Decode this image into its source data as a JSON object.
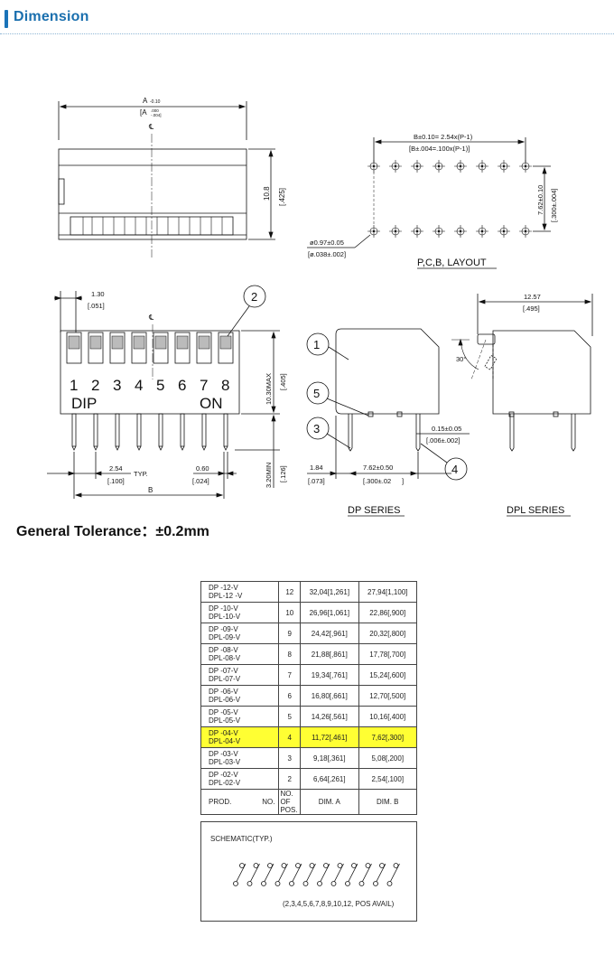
{
  "header": {
    "title": "Dimension"
  },
  "drawing": {
    "top_view": {
      "width_label": "A",
      "width_tol": "-0.10",
      "width_label2": "[A",
      "width_tol2": ".000\n-.004]",
      "centerline": "℄",
      "height_mm": "10.8",
      "height_in": "[.425]"
    },
    "pcb": {
      "b_formula": "B±0.10= 2.54x(P-1)",
      "b_formula_in": "[B±.004=.100x(P-1)]",
      "hole_mm": "ø0.97±0.05",
      "hole_in": "[ø.038±.002]",
      "row_mm": "7.62±0.10",
      "row_in": "[.300±.004]",
      "title": "P,C,B, LAYOUT"
    },
    "front_view": {
      "pitch_edge_mm": "1.30",
      "pitch_edge_in": "[.051]",
      "centerline": "℄",
      "numbers": [
        "1",
        "2",
        "3",
        "4",
        "5",
        "6",
        "7",
        "8"
      ],
      "dip_label": "DIP",
      "on_label": "ON",
      "height_max_mm": "10.30MAX",
      "height_max_in": "[.405]",
      "pin_min_mm": "3.20MIN",
      "pin_min_in": "[.126]",
      "pitch_mm": "2.54",
      "pitch_typ": "TYP.",
      "pitch_in": "[.100]",
      "pin_w_mm": "0.60",
      "pin_w_in": "[.024]",
      "b_label": "B",
      "callout_2": "2"
    },
    "side_view": {
      "callouts": [
        "1",
        "5",
        "3",
        "4"
      ],
      "pin_t_mm": "0.15±0.05",
      "pin_t_in": "[.006±.002]",
      "offset_mm": "1.84",
      "offset_in": "[.073]",
      "row_mm": "7.62±0.50",
      "row_in": "[.300±.02",
      "row_in_end": "]",
      "title": "DP SERIES"
    },
    "dpl_view": {
      "width_mm": "12.57",
      "width_in": "[.495]",
      "angle": "30°",
      "title": "DPL SERIES"
    }
  },
  "tolerance": {
    "text": "General Tolerance：±0.2mm"
  },
  "table": {
    "rows": [
      {
        "prod1": "DP -12-V",
        "prod2": "DPL-12 -V",
        "pos": "12",
        "dim_a": "32,04[1,261]",
        "dim_b": "27,94[1,100]",
        "highlight": false
      },
      {
        "prod1": "DP -10-V",
        "prod2": "DPL-10-V",
        "pos": "10",
        "dim_a": "26,96[1,061]",
        "dim_b": "22,86[,900]",
        "highlight": false
      },
      {
        "prod1": "DP -09-V",
        "prod2": "DPL-09-V",
        "pos": "9",
        "dim_a": "24,42[,961]",
        "dim_b": "20,32[,800]",
        "highlight": false
      },
      {
        "prod1": "DP -08-V",
        "prod2": "DPL-08-V",
        "pos": "8",
        "dim_a": "21,88[,861]",
        "dim_b": "17,78[,700]",
        "highlight": false
      },
      {
        "prod1": "DP -07-V",
        "prod2": "DPL-07-V",
        "pos": "7",
        "dim_a": "19,34[,761]",
        "dim_b": "15,24[,600]",
        "highlight": false
      },
      {
        "prod1": "DP -06-V",
        "prod2": "DPL-06-V",
        "pos": "6",
        "dim_a": "16,80[,661]",
        "dim_b": "12,70[,500]",
        "highlight": false
      },
      {
        "prod1": "DP -05-V",
        "prod2": "DPL-05-V",
        "pos": "5",
        "dim_a": "14,26[,561]",
        "dim_b": "10,16[,400]",
        "highlight": false
      },
      {
        "prod1": "DP -04-V",
        "prod2": "DPL-04-V",
        "pos": "4",
        "dim_a": "11,72[,461]",
        "dim_b": "7,62[,300]",
        "highlight": true
      },
      {
        "prod1": "DP -03-V",
        "prod2": "DPL-03-V",
        "pos": "3",
        "dim_a": "9,18[,361]",
        "dim_b": "5,08[,200]",
        "highlight": false
      },
      {
        "prod1": "DP -02-V",
        "prod2": "DPL-02-V",
        "pos": "2",
        "dim_a": "6,64[,261]",
        "dim_b": "2,54[,100]",
        "highlight": false
      }
    ],
    "head": {
      "prod": "PROD.",
      "no": "NO.",
      "pos1": "NO. OF",
      "pos2": "POS.",
      "dim_a": "DIM. A",
      "dim_b": "DIM. B"
    }
  },
  "schematic": {
    "label": "SCHEMATIC(TYP.)",
    "avail": "(2,3,4,5,6,7,8,9,10,12, POS AVAIL)"
  }
}
